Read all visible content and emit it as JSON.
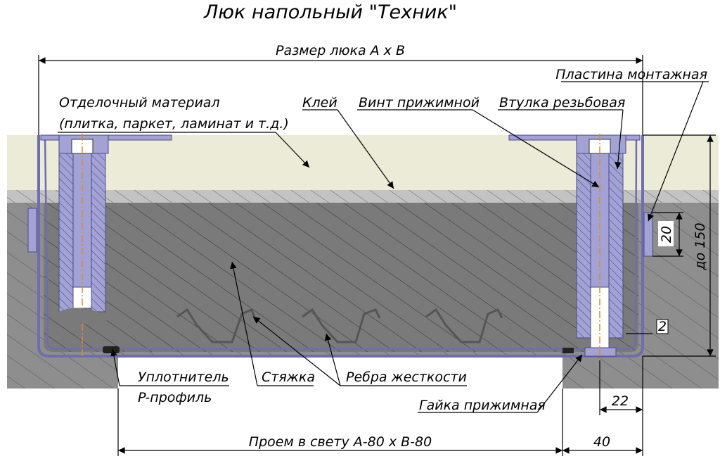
{
  "title": "Люк напольный \"Техник\"",
  "dimensions": {
    "hatch_size": "Размер люка А х В",
    "opening": "Проем в свету А-80 х В-80",
    "depth": "до 150",
    "d20": "20",
    "d2": "2",
    "d22": "22",
    "d40": "40"
  },
  "labels": {
    "finish_material_1": "Отделочный материал",
    "finish_material_2": "(плитка, паркет, ламинат и т.д.)",
    "glue": "Клей",
    "clamp_screw": "Винт прижимной",
    "threaded_bushing": "Втулка резьбовая",
    "mounting_plate": "Пластина монтажная",
    "seal_1": "Уплотнитель",
    "seal_2": "P-профиль",
    "screed": "Стяжка",
    "stiffeners": "Ребра жесткости",
    "clamp_nut": "Гайка прижимная"
  },
  "colors": {
    "finish": "#ecebd8",
    "glue_layer": "#c3c3c3",
    "concrete": "#8e8e8e",
    "metal": "#a2a2d4",
    "metal_dark": "#6d6db0",
    "axis": "#d98a3a"
  }
}
